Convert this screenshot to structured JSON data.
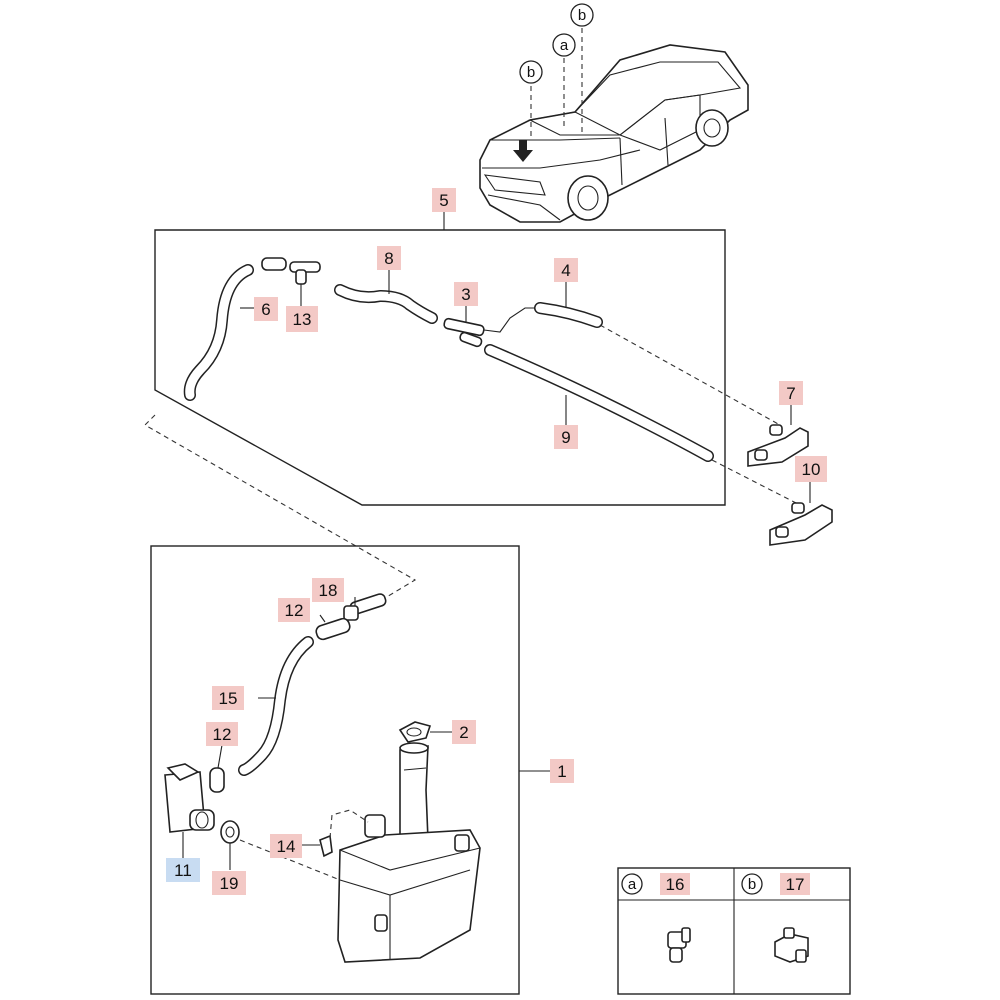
{
  "callouts": {
    "p1": "1",
    "p2": "2",
    "p3": "3",
    "p4": "4",
    "p5": "5",
    "p6": "6",
    "p7": "7",
    "p8": "8",
    "p9": "9",
    "p10": "10",
    "p11": "11",
    "p12a": "12",
    "p12b": "12",
    "p13": "13",
    "p14": "14",
    "p15": "15",
    "p18": "18",
    "p19": "19"
  },
  "car_markers": {
    "b_left": "b",
    "a": "a",
    "b_right": "b"
  },
  "legend": {
    "a_letter": "a",
    "a_part": "16",
    "b_letter": "b",
    "b_part": "17"
  },
  "colors": {
    "callout_pink": "#f3c9c6",
    "callout_blue": "#c8dcf2",
    "line": "#222222"
  }
}
